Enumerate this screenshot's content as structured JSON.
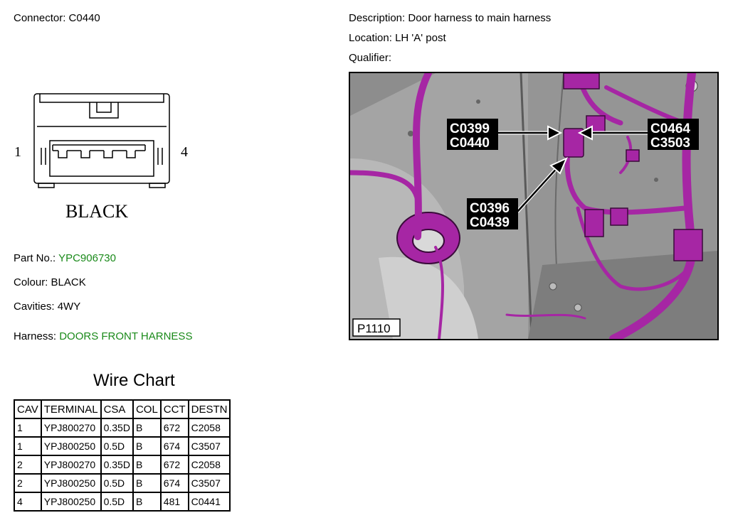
{
  "header": {
    "connector_label": "Connector:",
    "connector_value": "C0440",
    "description_label": "Description:",
    "description_value": "Door harness to main harness",
    "location_label": "Location:",
    "location_value": "LH 'A' post",
    "qualifier_label": "Qualifier:",
    "qualifier_value": ""
  },
  "connector_diagram": {
    "pin_left": "1",
    "pin_right": "4",
    "colour_text": "BLACK"
  },
  "details": {
    "part_label": "Part No.:",
    "part_value": "YPC906730",
    "colour_label": "Colour:",
    "colour_value": "BLACK",
    "cavities_label": "Cavities:",
    "cavities_value": "4WY",
    "harness_label": "Harness:",
    "harness_value": "DOORS FRONT HARNESS",
    "link_color": "#1a8a1a"
  },
  "photo": {
    "ref": "P1110",
    "callouts": {
      "top_left_1": "C0399",
      "top_left_2": "C0440",
      "top_right_1": "C0464",
      "top_right_2": "C3503",
      "bottom_1": "C0396",
      "bottom_2": "C0439"
    },
    "harness_color": "#a626a4"
  },
  "wire_chart": {
    "title": "Wire Chart",
    "headers": [
      "CAV",
      "TERMINAL",
      "CSA",
      "COL",
      "CCT",
      "DESTN"
    ],
    "rows": [
      [
        "1",
        "YPJ800270",
        "0.35D",
        "B",
        "672",
        "C2058"
      ],
      [
        "1",
        "YPJ800250",
        "0.5D",
        "B",
        "674",
        "C3507"
      ],
      [
        "2",
        "YPJ800270",
        "0.35D",
        "B",
        "672",
        "C2058"
      ],
      [
        "2",
        "YPJ800250",
        "0.5D",
        "B",
        "674",
        "C3507"
      ],
      [
        "4",
        "YPJ800250",
        "0.5D",
        "B",
        "481",
        "C0441"
      ]
    ]
  }
}
